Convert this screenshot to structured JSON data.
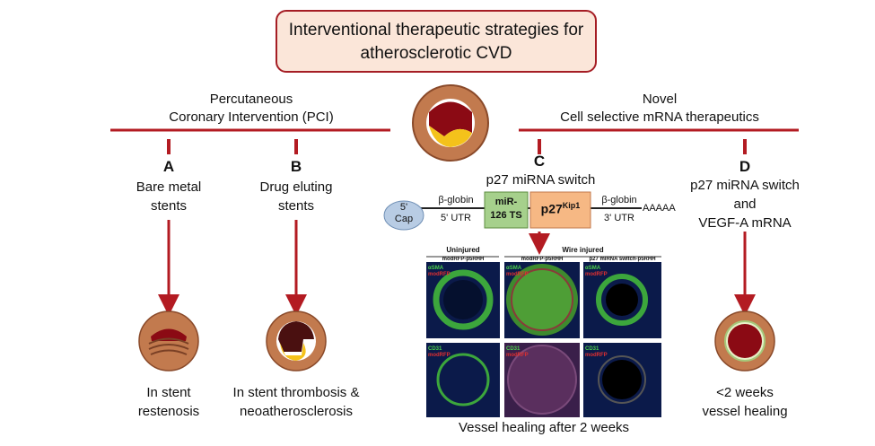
{
  "title": {
    "line1": "Interventional therapeutic strategies for",
    "line2": "atherosclerotic CVD"
  },
  "left_branch": {
    "line1": "Percutaneous",
    "line2": "Coronary Intervention (PCI)"
  },
  "right_branch": {
    "line1": "Novel",
    "line2": "Cell selective mRNA therapeutics"
  },
  "strategies": {
    "A": {
      "letter": "A",
      "line1": "Bare metal",
      "line2": "stents",
      "outcome1": "In stent",
      "outcome2": "restenosis"
    },
    "B": {
      "letter": "B",
      "line1": "Drug eluting",
      "line2": "stents",
      "outcome1": "In stent thrombosis &",
      "outcome2": "neoatherosclerosis"
    },
    "C": {
      "letter": "C",
      "line1": "p27 miRNA switch",
      "outcome": "Vessel healing after 2 weeks"
    },
    "D": {
      "letter": "D",
      "line1": "p27 miRNA switch",
      "line2": "and",
      "line3": "VEGF-A mRNA",
      "outcome1": "<2 weeks",
      "outcome2": "vessel healing"
    }
  },
  "construct": {
    "cap_line1": "5'",
    "cap_line2": "Cap",
    "utr5_top": "β-globin",
    "utr5_bottom": "5' UTR",
    "mir_line1": "miR-",
    "mir_line2": "126 TS",
    "p27": "p27",
    "p27_sup": "Kip1",
    "utr3_top": "β-globin",
    "utr3_bottom": "3' UTR",
    "polyA": "AAAAA"
  },
  "micrograph": {
    "group_uninjured": "Uninjured",
    "group_wire": "Wire injured",
    "col1": "modRFP-p5RHH",
    "col2": "modRFP-p5RHH",
    "col3": "p27 miRNA switch-p5RHH",
    "stain_top_a": "αSMA",
    "stain_top_b": "modRFP",
    "stain_bottom_a": "CD31",
    "stain_bottom_b": "modRFP"
  },
  "colors": {
    "accent": "#b31b22",
    "title_fill": "#fbe6d9",
    "vessel_wall": "#c27a4e",
    "plaque": "#8b0a14",
    "lipid": "#f4c21b",
    "mir_box": "#a6d08c",
    "p27_box": "#f6b884",
    "cap_fill": "#b8cce4"
  }
}
